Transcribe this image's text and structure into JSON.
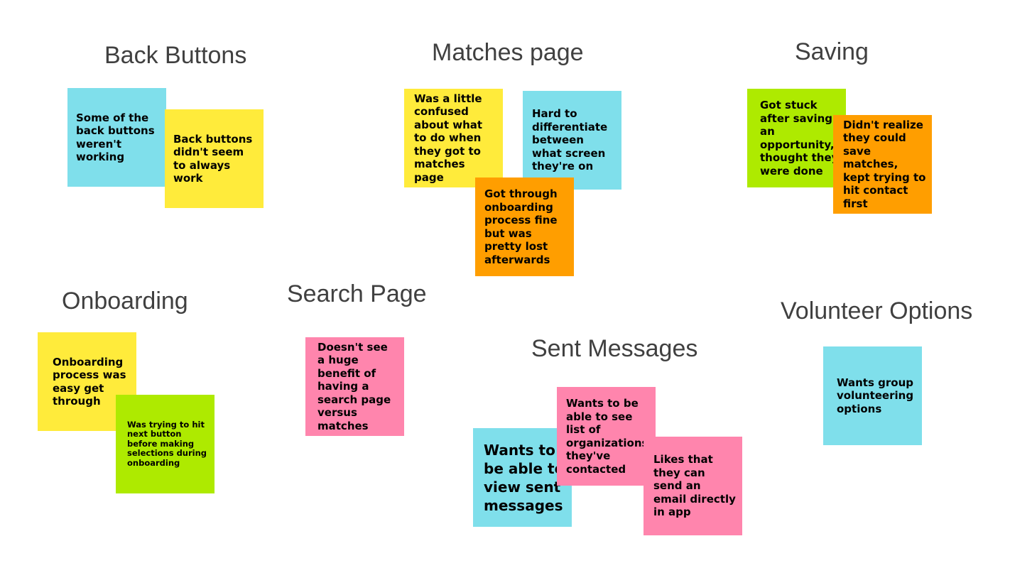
{
  "colors": {
    "cyan": "#7fdfeb",
    "yellow": "#ffeb3b",
    "orange": "#ff9e00",
    "green": "#aeea00",
    "pink": "#ff85ad",
    "title_text": "#404040"
  },
  "groups": {
    "back_buttons": {
      "title": "Back Buttons",
      "notes": [
        {
          "color": "cyan",
          "text": "Some of the back buttons weren't working"
        },
        {
          "color": "yellow",
          "text": "Back buttons didn't seem to always work"
        }
      ]
    },
    "matches_page": {
      "title": "Matches page",
      "notes": [
        {
          "color": "yellow",
          "text": "Was a little confused about what to do when they got to matches page"
        },
        {
          "color": "cyan",
          "text": "Hard to differentiate between what screen they're on"
        },
        {
          "color": "orange",
          "text": "Got through onboarding process fine but was pretty lost afterwards"
        }
      ]
    },
    "saving": {
      "title": "Saving",
      "notes": [
        {
          "color": "green",
          "text": "Got stuck after saving an opportunity, thought they were done"
        },
        {
          "color": "orange",
          "text": "Didn't realize they could save matches, kept trying to hit contact first"
        }
      ]
    },
    "onboarding": {
      "title": "Onboarding",
      "notes": [
        {
          "color": "yellow",
          "text": "Onboarding process was easy get through"
        },
        {
          "color": "green",
          "text": "Was trying to hit next button before making selections during onboarding"
        }
      ]
    },
    "search_page": {
      "title": "Search Page",
      "notes": [
        {
          "color": "pink",
          "text": "Doesn't see a huge benefit of having a search page versus matches"
        }
      ]
    },
    "sent_messages": {
      "title": "Sent Messages",
      "notes": [
        {
          "color": "cyan",
          "text": "Wants to be able to view sent messages"
        },
        {
          "color": "pink",
          "text": "Wants to be able to see list of organizations they've contacted"
        },
        {
          "color": "pink",
          "text": "Likes that they can send an email directly in app"
        }
      ]
    },
    "volunteer_options": {
      "title": "Volunteer Options",
      "notes": [
        {
          "color": "cyan",
          "text": "Wants group volunteering options"
        }
      ]
    }
  }
}
